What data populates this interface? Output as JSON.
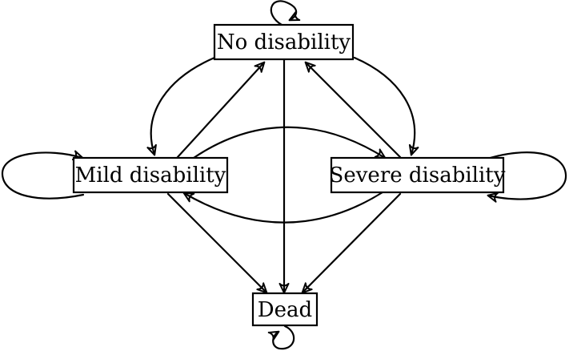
{
  "diagram": {
    "states": {
      "no_disability": "No disability",
      "mild_disability": "Mild disability",
      "severe_disability": "Severe disability",
      "dead": "Dead"
    },
    "transitions": [
      {
        "from": "no_disability",
        "to": "no_disability"
      },
      {
        "from": "no_disability",
        "to": "mild_disability"
      },
      {
        "from": "no_disability",
        "to": "severe_disability"
      },
      {
        "from": "no_disability",
        "to": "dead"
      },
      {
        "from": "mild_disability",
        "to": "mild_disability"
      },
      {
        "from": "mild_disability",
        "to": "no_disability"
      },
      {
        "from": "mild_disability",
        "to": "severe_disability"
      },
      {
        "from": "mild_disability",
        "to": "dead"
      },
      {
        "from": "severe_disability",
        "to": "severe_disability"
      },
      {
        "from": "severe_disability",
        "to": "no_disability"
      },
      {
        "from": "severe_disability",
        "to": "mild_disability"
      },
      {
        "from": "severe_disability",
        "to": "dead"
      },
      {
        "from": "dead",
        "to": "dead"
      }
    ]
  }
}
